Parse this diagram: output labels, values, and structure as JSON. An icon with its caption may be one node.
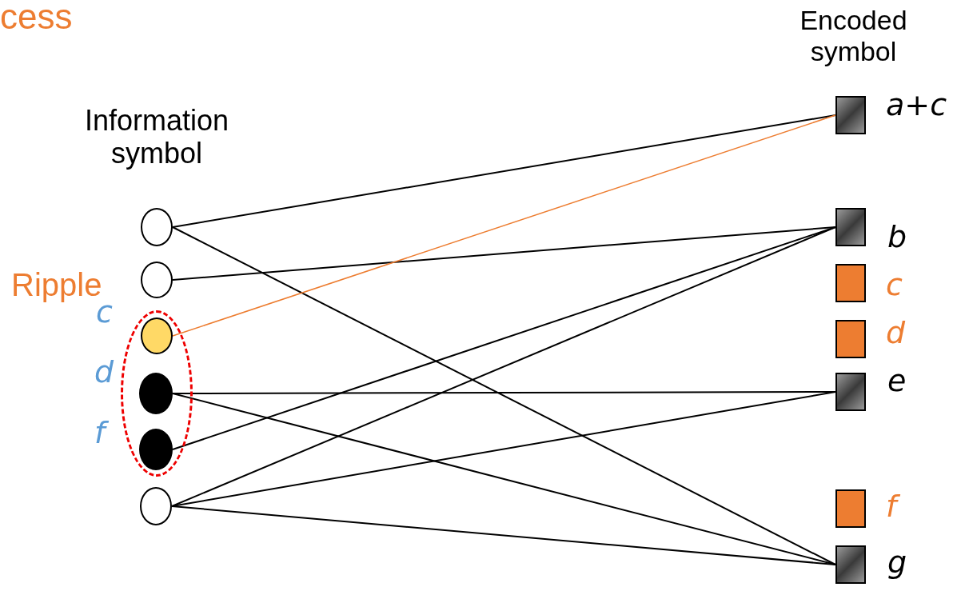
{
  "diagram": {
    "nodes": [
      {
        "text": [],
        "shape": "circle"
      },
      {
        "text": [],
        "shape": "circle"
      },
      {
        "text": [],
        "shape": "ellipse",
        "beside": [
          "Ripple"
        ]
      },
      {
        "text": [],
        "shape": "circle",
        "in": 2,
        "beside": [
          "c"
        ]
      },
      {
        "text": [],
        "shape": "circle",
        "in": 2,
        "beside": [
          "d"
        ]
      },
      {
        "text": [],
        "shape": "circle",
        "in": 2,
        "beside": [
          "f"
        ]
      },
      {
        "text": [],
        "shape": "circle"
      },
      {
        "text": [],
        "shape": "box",
        "beside": [
          "a+c"
        ]
      },
      {
        "text": [],
        "shape": "box",
        "beside": [
          "b"
        ]
      },
      {
        "text": [],
        "shape": "box",
        "beside": [
          "c"
        ]
      },
      {
        "text": [],
        "shape": "box",
        "beside": [
          "d"
        ]
      },
      {
        "text": [],
        "shape": "box",
        "beside": [
          "e"
        ]
      },
      {
        "text": [],
        "shape": "box",
        "beside": [
          "f"
        ]
      },
      {
        "text": [],
        "shape": "box",
        "beside": [
          "g"
        ]
      }
    ],
    "edges": [
      {
        "from": 0,
        "to": 7,
        "arrow": "none"
      },
      {
        "from": 0,
        "to": 13,
        "arrow": "none"
      },
      {
        "from": 1,
        "to": 8,
        "arrow": "none"
      },
      {
        "from": 3,
        "to": 7,
        "arrow": "none",
        "color": "#ed7d31"
      },
      {
        "from": 4,
        "to": 11,
        "arrow": "none"
      },
      {
        "from": 4,
        "to": 13,
        "arrow": "none"
      },
      {
        "from": 5,
        "to": 8,
        "arrow": "none"
      },
      {
        "from": 6,
        "to": 8,
        "arrow": "none"
      },
      {
        "from": 6,
        "to": 11,
        "arrow": "none"
      },
      {
        "from": 6,
        "to": 13,
        "arrow": "none"
      }
    ],
    "labels": [
      "cess",
      "Encoded symbol",
      "Information symbol"
    ]
  }
}
